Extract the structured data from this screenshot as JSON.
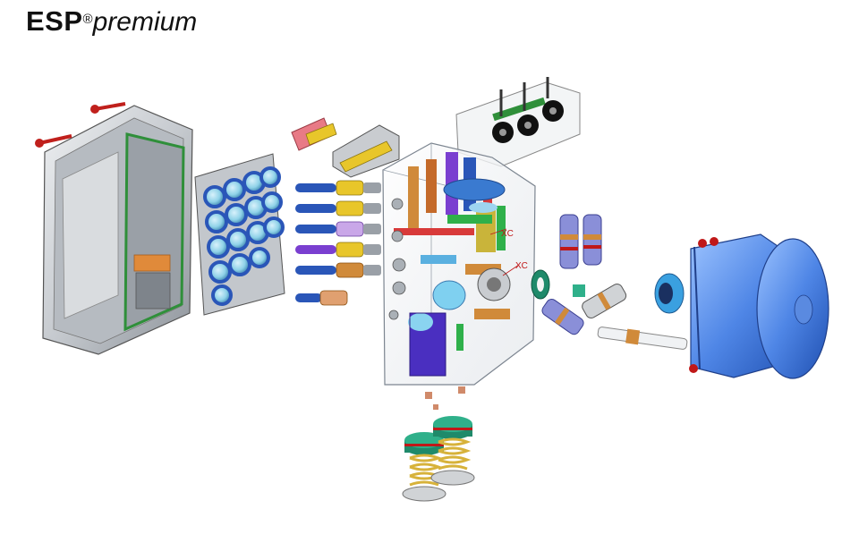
{
  "title": {
    "brand": "ESP",
    "mark": "®",
    "variant": "premium"
  },
  "labels": {
    "valve_label_1": "XC",
    "valve_label_2": "XC"
  },
  "colors": {
    "housing_gray": "#c9ccd0",
    "gasket_green": "#2f8f3a",
    "coil_blue": "#2a56b8",
    "coil_cyan": "#8fd2e8",
    "motor_blue": "#4f86e6",
    "accent_red": "#c0201c",
    "valve_purple": "#7a3fd0",
    "tube_orange": "#d08a3a",
    "yellow": "#e8c62a",
    "spring_gold": "#d7b23a",
    "damper_teal": "#1f8a6a"
  }
}
